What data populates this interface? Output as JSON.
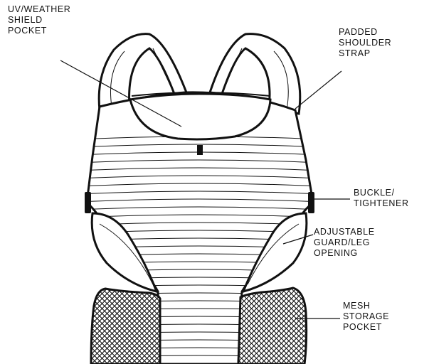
{
  "labels": {
    "uv_pocket": [
      "UV/WEATHER",
      "SHIELD",
      "POCKET"
    ],
    "shoulder_strap": [
      "PADDED",
      "SHOULDER",
      "STRAP"
    ],
    "buckle": [
      "BUCKLE/",
      "TIGHTENER"
    ],
    "leg_guard": [
      "ADJUSTABLE",
      "GUARD/LEG",
      "OPENING"
    ],
    "mesh_pocket": [
      "MESH",
      "STORAGE",
      "POCKET"
    ]
  },
  "colors": {
    "ink": "#111111",
    "background": "#ffffff"
  }
}
